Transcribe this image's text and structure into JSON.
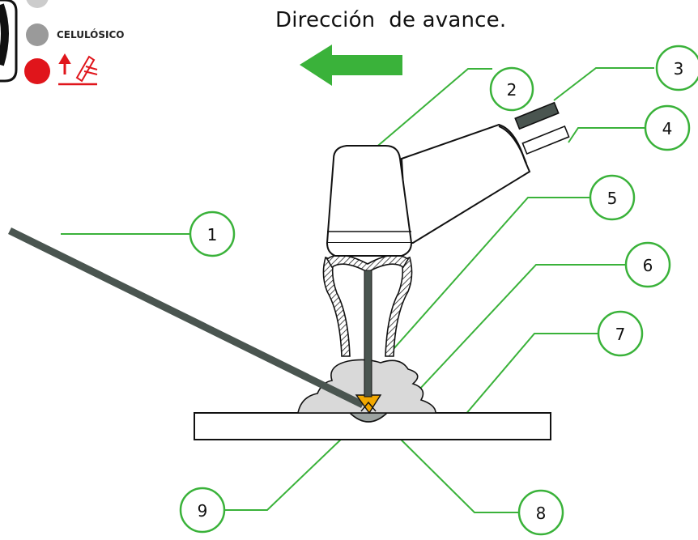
{
  "header": {
    "title": "Dirección  de avance."
  },
  "badge": {
    "label": "CELULÓSICO"
  },
  "colors": {
    "callout_green": "#3ab23a",
    "arrow_green": "#3ab23a",
    "red_dot": "#e0151b",
    "electrode_gray": "#4a5550",
    "weld_orange": "#f2a800"
  },
  "callouts": [
    {
      "number": "1"
    },
    {
      "number": "2"
    },
    {
      "number": "3"
    },
    {
      "number": "4"
    },
    {
      "number": "5"
    },
    {
      "number": "6"
    },
    {
      "number": "7"
    },
    {
      "number": "8"
    },
    {
      "number": "9"
    }
  ]
}
